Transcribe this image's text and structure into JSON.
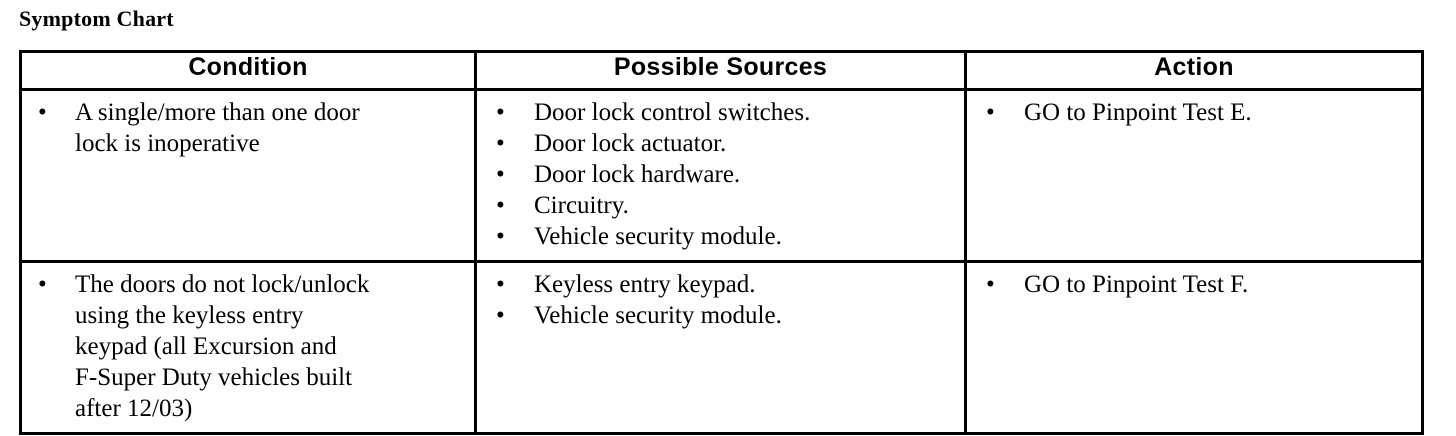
{
  "document": {
    "title": "Symptom Chart"
  },
  "table": {
    "columns": [
      {
        "id": "condition",
        "label": "Condition"
      },
      {
        "id": "sources",
        "label": "Possible Sources"
      },
      {
        "id": "action",
        "label": "Action"
      }
    ],
    "bullet_glyph": "•",
    "rows": [
      {
        "condition": [
          "A single/more than one door\nlock is inoperative"
        ],
        "sources": [
          "Door lock control switches.",
          "Door lock actuator.",
          "Door lock hardware.",
          "Circuitry.",
          "Vehicle security module."
        ],
        "action": [
          "GO to Pinpoint Test E."
        ]
      },
      {
        "condition": [
          "The doors do not lock/unlock\nusing the keyless entry\nkeypad (all Excursion and\nF-Super Duty vehicles built\nafter 12/03)"
        ],
        "sources": [
          "Keyless entry keypad.",
          "Vehicle security module."
        ],
        "action": [
          "GO to Pinpoint Test F."
        ]
      }
    ]
  },
  "colors": {
    "text": "#000000",
    "background": "#ffffff",
    "border": "#000000"
  }
}
